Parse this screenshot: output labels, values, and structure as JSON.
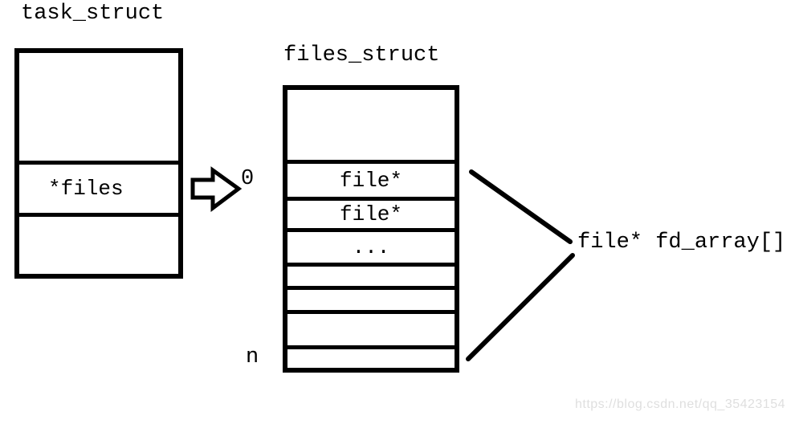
{
  "diagram": {
    "task_struct": {
      "title": "task_struct",
      "pointer_field": "*files"
    },
    "files_struct": {
      "title": "files_struct",
      "index_start": "0",
      "index_end": "n",
      "rows": [
        "",
        "file*",
        "file*",
        "...",
        "",
        "",
        "",
        ""
      ]
    },
    "fd_array_label": "file* fd_array[]",
    "watermark": "https://blog.csdn.net/qq_35423154"
  },
  "icons": {
    "pointer_arrow": "block-arrow-right-icon"
  },
  "colors": {
    "line": "#000000",
    "background": "#ffffff",
    "watermark": "#dfdfdf"
  }
}
